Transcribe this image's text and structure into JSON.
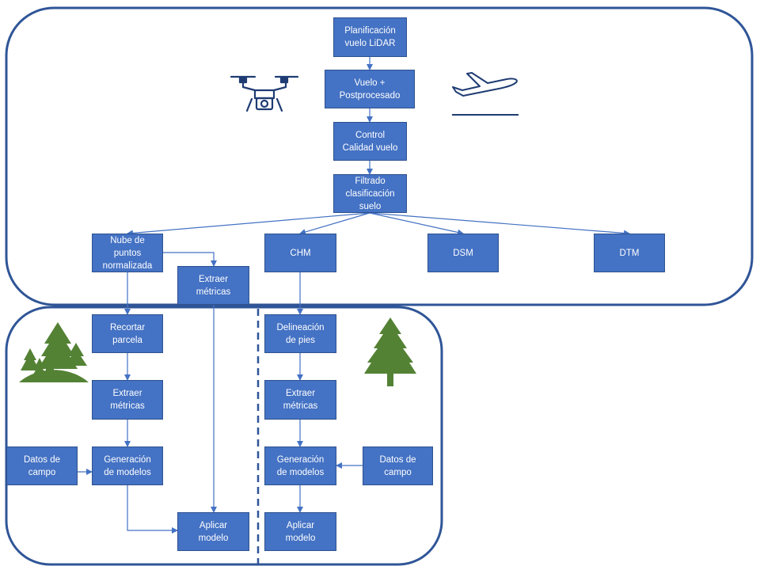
{
  "boxes": {
    "planificacion": "Planificación\nvuelo LiDAR",
    "vuelo": "Vuelo +\nPostprocesado",
    "control": "Control\nCalidad vuelo",
    "filtrado": "Filtrado\nclasificación\nsuelo",
    "nube": "Nube de\npuntos\nnormalizada",
    "chm": "CHM",
    "dsm": "DSM",
    "dtm": "DTM",
    "extraer_top": "Extraer\nmétricas",
    "recortar": "Recortar\nparcela",
    "extraer_left": "Extraer\nmétricas",
    "datos_left": "Datos de\ncampo",
    "generacion_left": "Generación\nde modelos",
    "aplicar_left": "Aplicar\nmodelo",
    "delineacion": "Delineación\nde pies",
    "extraer_right": "Extraer\nmétricas",
    "generacion_right": "Generación\nde modelos",
    "datos_right": "Datos de\ncampo",
    "aplicar_right": "Aplicar\nmodelo"
  },
  "icons": {
    "drone": "drone-icon",
    "airplane": "airplane-takeoff-icon",
    "forest": "forest-icon",
    "tree": "single-tree-icon"
  },
  "colors": {
    "box_fill": "#4472c4",
    "box_border": "#2f528f",
    "panel_border": "#2f5597",
    "connector": "#4472c4",
    "icon_blue": "#1f3c73",
    "icon_green": "#548235"
  }
}
